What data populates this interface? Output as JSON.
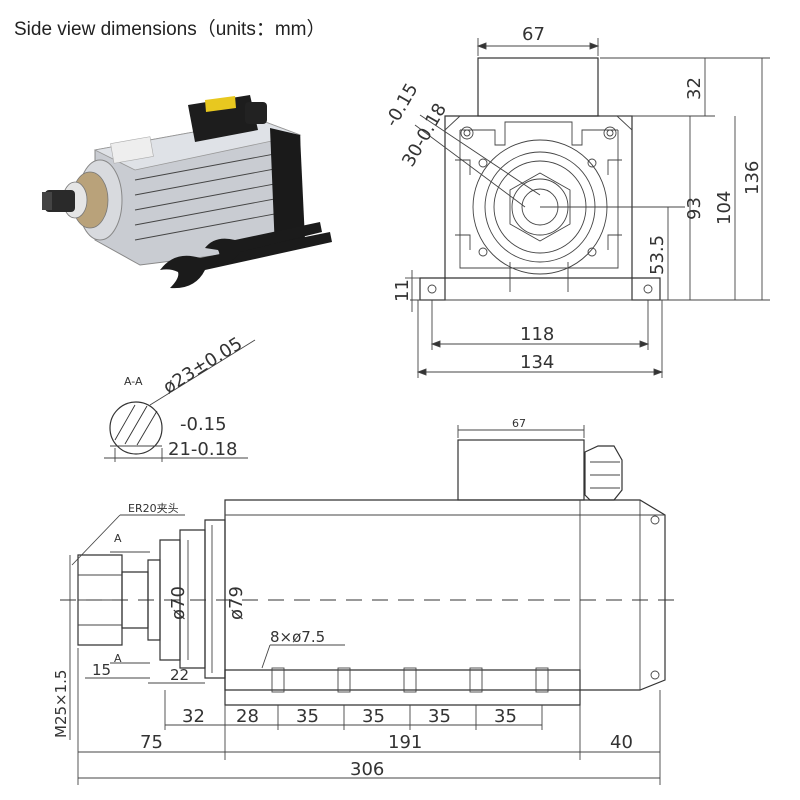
{
  "title": "Side view dimensions（units：mm）",
  "end_view": {
    "top_width": "67",
    "top_height": "32",
    "overall_height": "136",
    "body_height": "104",
    "center_height": "93",
    "shaft_height": "53.5",
    "foot_thickness": "11",
    "hole_spacing": "118",
    "base_width": "134",
    "tol_upper": "-0.15",
    "tol_base": "30-0.18"
  },
  "section": {
    "label": "A-A",
    "diameter": "ø23±0.05",
    "tol_upper": "-0.15",
    "flat": "21-0.18"
  },
  "side_view": {
    "junction_width": "67",
    "collet": "ER20夹头",
    "section_mark_top": "A",
    "section_mark_bottom": "A",
    "d70": "ø70",
    "d79": "ø79",
    "holes": "8×ø7.5",
    "thread": "M25×1.5",
    "dim_15": "15",
    "dim_22": "22",
    "dim_32": "32",
    "dim_28": "28",
    "dim_35_1": "35",
    "dim_35_2": "35",
    "dim_35_3": "35",
    "dim_35_4": "35",
    "dim_75": "75",
    "dim_191": "191",
    "dim_40": "40",
    "dim_306": "306"
  }
}
